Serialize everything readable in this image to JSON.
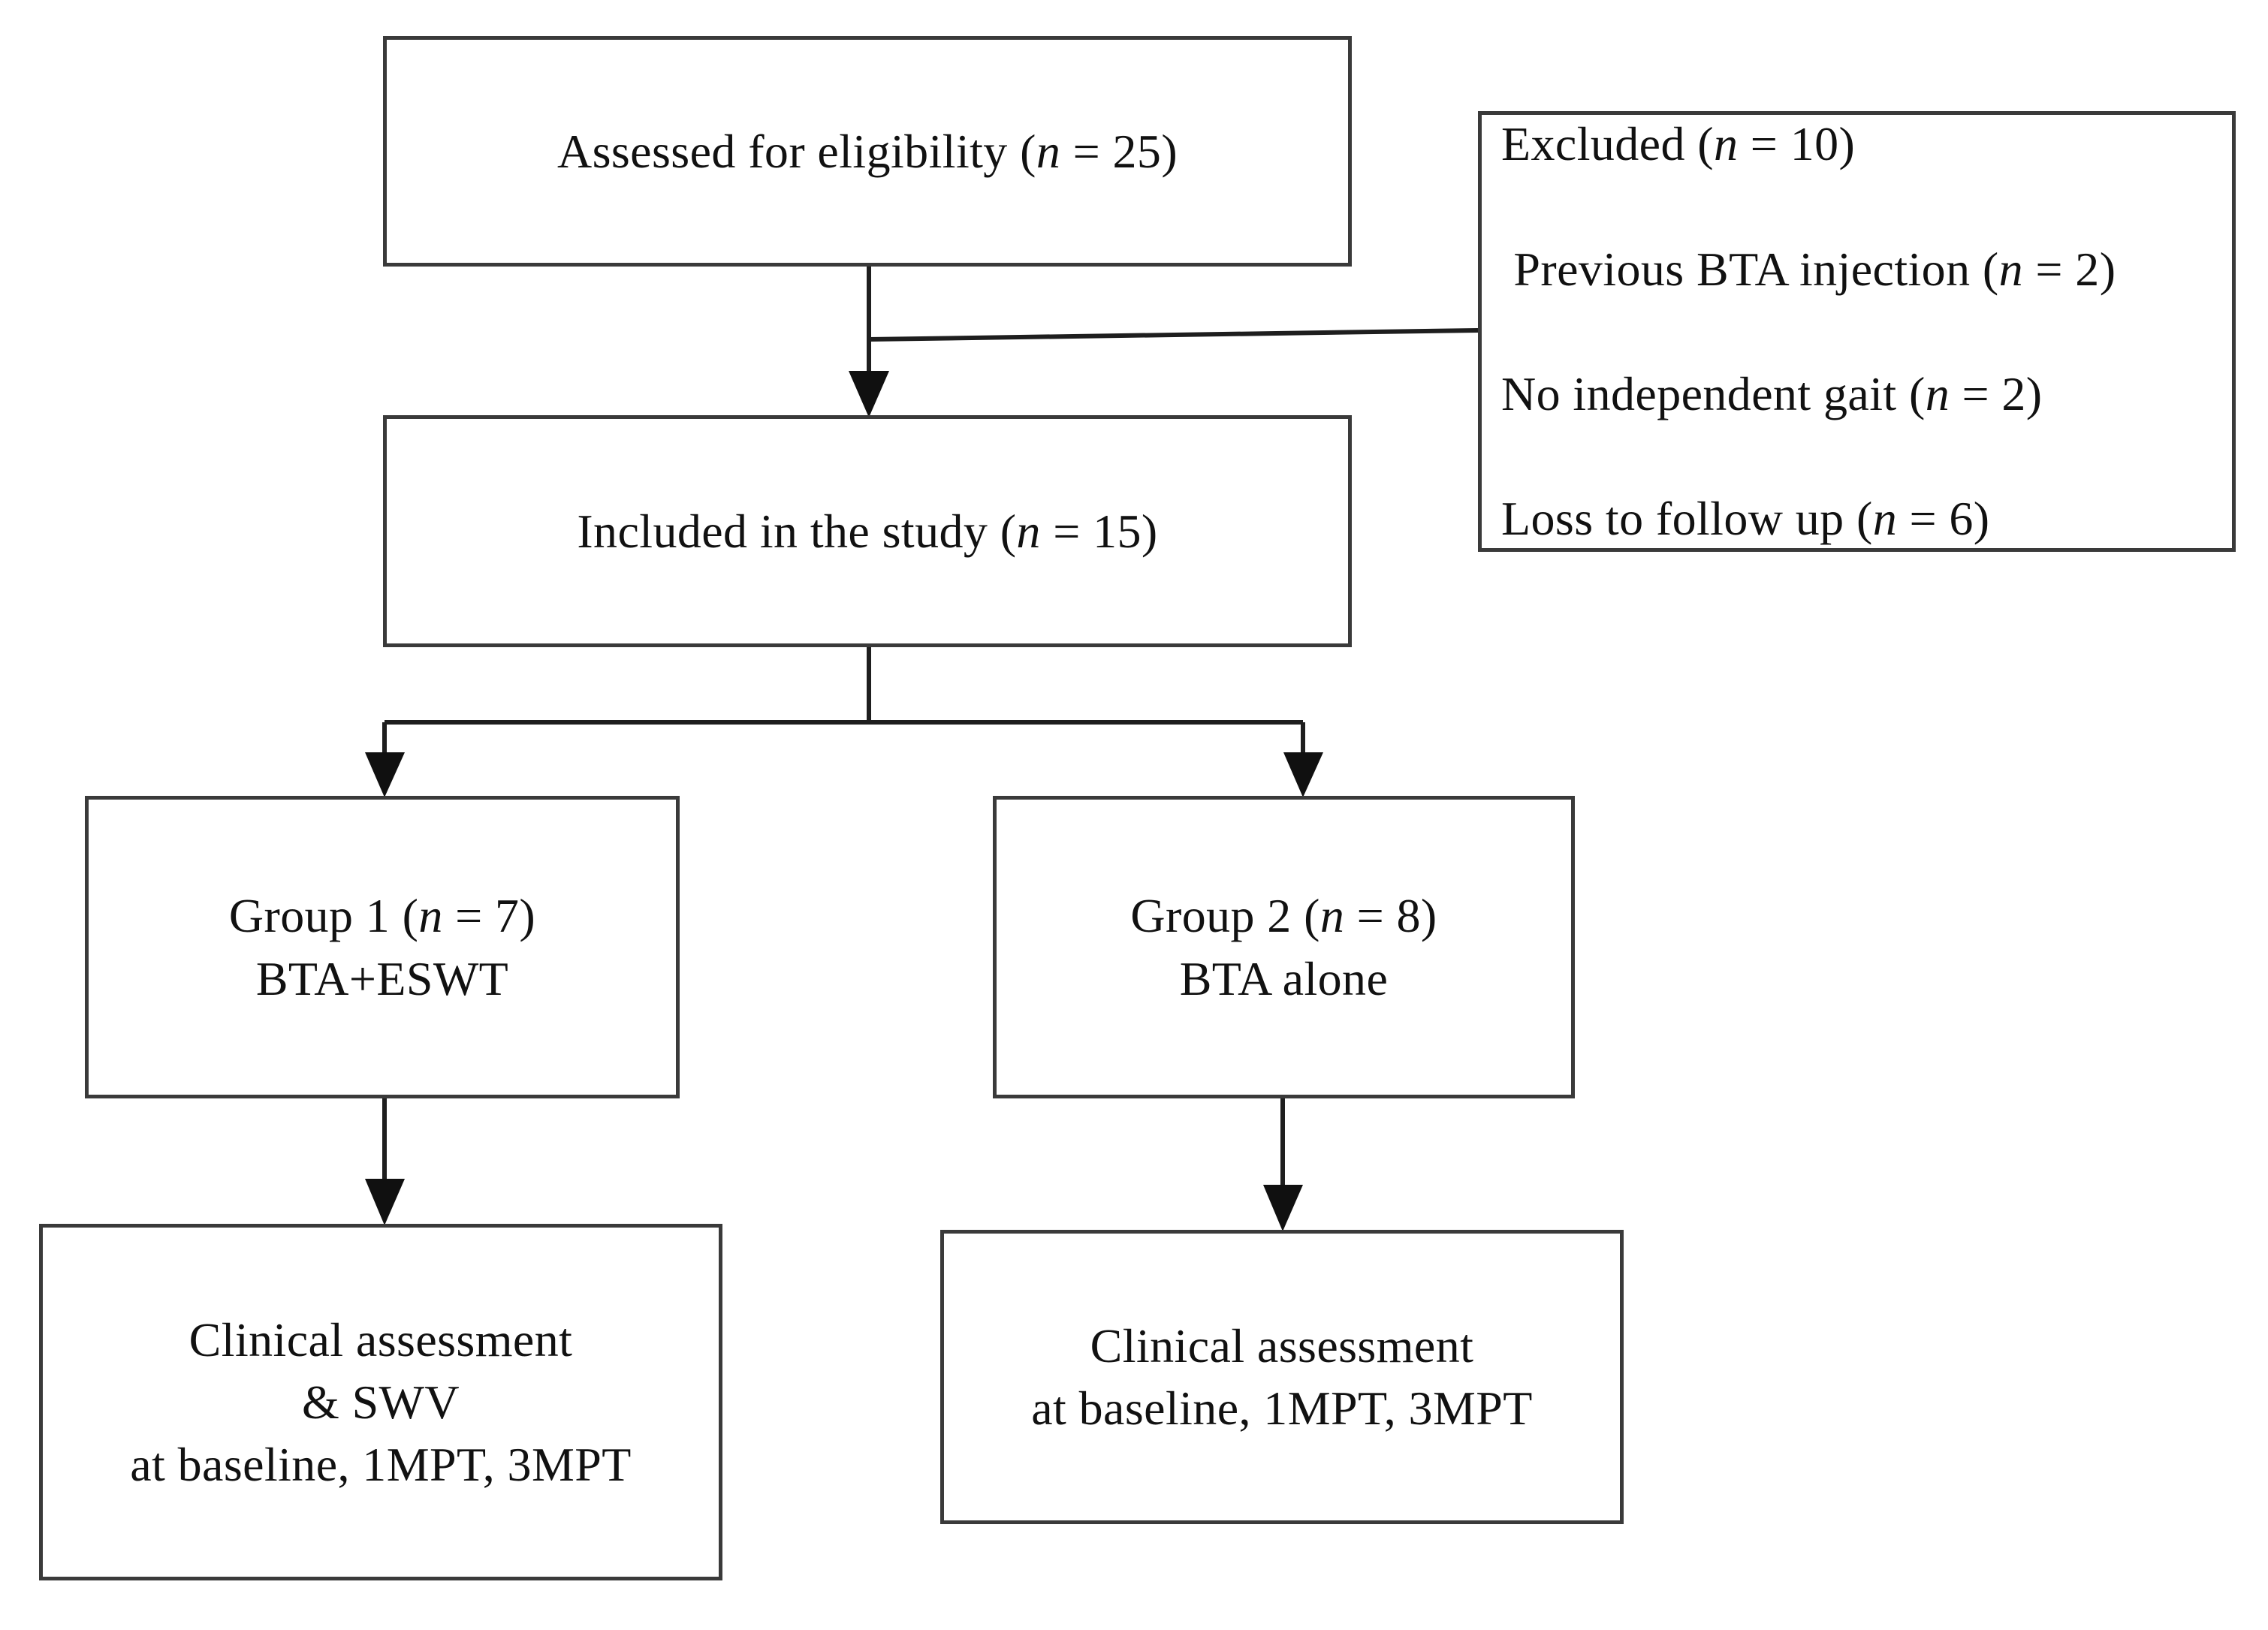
{
  "diagram": {
    "type": "flowchart",
    "title": "Study participant flow diagram",
    "stroke_color": "#1e1e1e",
    "box_border_color": "#3a3a3a",
    "background_color": "#ffffff"
  },
  "nodes": {
    "assessed": {
      "label_full": "Assessed for eligibility (n = 25)",
      "prefix": "Assessed for eligibility (",
      "nvar": "n",
      "suffix": " = 25)",
      "count": 25
    },
    "excluded": {
      "heading_prefix": "Excluded (",
      "heading_nvar": "n",
      "heading_suffix": " = 10)",
      "heading_count": 10,
      "reasons": [
        {
          "text": "Previous BTA injection (",
          "nvar": "n",
          "suffix": " = 2)",
          "count": 2
        },
        {
          "text": "No independent gait (",
          "nvar": "n",
          "suffix": " = 2)",
          "count": 2
        },
        {
          "text": "Loss to follow up (",
          "nvar": "n",
          "suffix": " = 6)",
          "count": 6
        }
      ]
    },
    "included": {
      "label_full": "Included in the study (n = 15)",
      "prefix": "Included in the study (",
      "nvar": "n",
      "suffix": " = 15)",
      "count": 15
    },
    "group1": {
      "line1_prefix": "Group 1 (",
      "line1_nvar": "n",
      "line1_suffix": " = 7)",
      "count": 7,
      "line2": "BTA+ESWT"
    },
    "group2": {
      "line1_prefix": "Group 2 (",
      "line1_nvar": "n",
      "line1_suffix": " = 8)",
      "count": 8,
      "line2": "BTA alone"
    },
    "outcome1": {
      "line1": "Clinical assessment",
      "line2": "& SWV",
      "line3": "at baseline, 1MPT, 3MPT"
    },
    "outcome2": {
      "line1": "Clinical assessment",
      "line2": "at baseline, 1MPT, 3MPT"
    }
  },
  "chart_data": {
    "type": "flow",
    "title": "Study participant flow diagram",
    "stages": [
      {
        "id": "assessed",
        "label": "Assessed for eligibility",
        "n": 25
      },
      {
        "id": "excluded",
        "label": "Excluded",
        "n": 10,
        "breakdown": [
          {
            "label": "Previous BTA injection",
            "n": 2
          },
          {
            "label": "No independent gait",
            "n": 2
          },
          {
            "label": "Loss to follow up",
            "n": 6
          }
        ]
      },
      {
        "id": "included",
        "label": "Included in the study",
        "n": 15
      },
      {
        "id": "group1",
        "label": "Group 1 BTA+ESWT",
        "n": 7
      },
      {
        "id": "group2",
        "label": "Group 2 BTA alone",
        "n": 8
      },
      {
        "id": "outcome1",
        "label": "Clinical assessment & SWV at baseline, 1MPT, 3MPT",
        "n": null
      },
      {
        "id": "outcome2",
        "label": "Clinical assessment at baseline, 1MPT, 3MPT",
        "n": null
      }
    ],
    "edges": [
      {
        "from": "assessed",
        "to": "included",
        "arrow": true
      },
      {
        "from": "assessed",
        "to": "excluded",
        "arrow": false
      },
      {
        "from": "included",
        "to": "group1",
        "arrow": true
      },
      {
        "from": "included",
        "to": "group2",
        "arrow": true
      },
      {
        "from": "group1",
        "to": "outcome1",
        "arrow": true
      },
      {
        "from": "group2",
        "to": "outcome2",
        "arrow": true
      }
    ]
  }
}
